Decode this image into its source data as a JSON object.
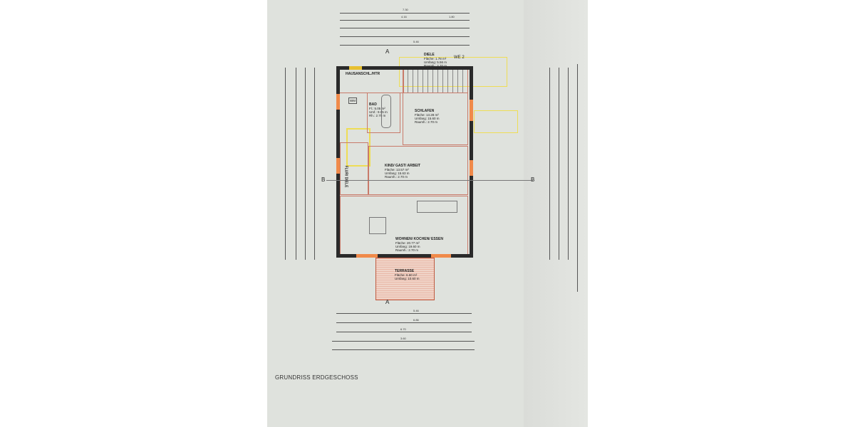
{
  "title": "GRUNDRISS ERDGESCHOSS",
  "section_markers": {
    "a": "A",
    "b": "B"
  },
  "rooms": [
    {
      "name": "HAUSANSCHL./HTR",
      "lines": []
    },
    {
      "name": "DIELE",
      "lines": [
        "Fläche: 1.78 m²",
        "Umfang: 5.56 m",
        "Raumh.: 2.70 m"
      ],
      "tag": "WE 2"
    },
    {
      "name": "BAD",
      "lines": [
        "Fl.: 5.05 m²",
        "Umf.: 9.05 m",
        "Rh.: 2.70 m"
      ]
    },
    {
      "name": "SCHLAFEN",
      "lines": [
        "Fläche: 13.28 m²",
        "Umfang: 15.60 m",
        "Raumh.: 2.70 m"
      ]
    },
    {
      "name": "KIND/ GAST/ ARBEIT",
      "lines": [
        "Fläche: 13.57 m²",
        "Umfang: 15.63 m",
        "Raumh.: 2.70 m"
      ]
    },
    {
      "name": "FLUR/ DIELE",
      "lines": []
    },
    {
      "name": "WOHNEN/ KOCHEN/ ESSEN",
      "lines": [
        "Fläche: 20.77 m²",
        "Umfang: 19.60 m",
        "Raumh.: 2.70 m"
      ]
    },
    {
      "name": "TERRASSE",
      "lines": [
        "Fläche: 6.60 m²",
        "Umfang: 10.60 m"
      ]
    }
  ],
  "fixtures": {
    "wm": "WM"
  },
  "dimensions_top": [
    "7.30",
    "4.16",
    "1.80",
    "5.46"
  ],
  "dimensions_bottom": [
    "5.46",
    "6.86",
    "6.70",
    "3.60"
  ]
}
